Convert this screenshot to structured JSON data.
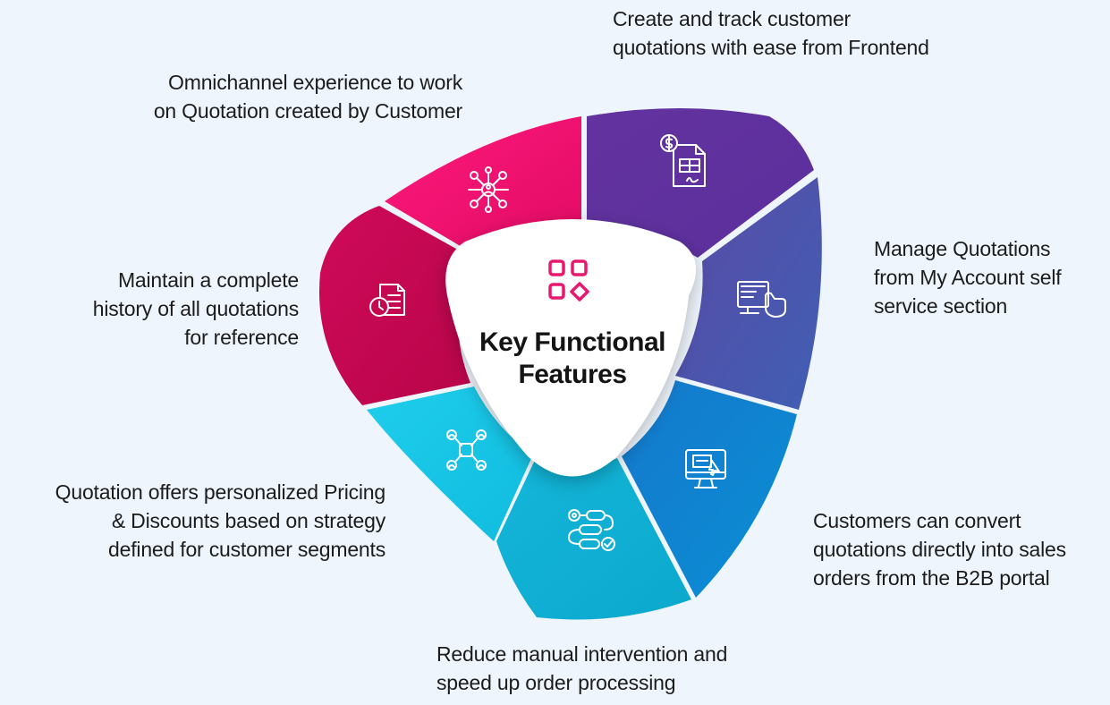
{
  "center": {
    "title_line1": "Key Functional",
    "title_line2": "Features",
    "icon": "grid-shapes-icon",
    "icon_color": "#e6196f"
  },
  "features": [
    {
      "id": "create-track",
      "lines": [
        "Create and track customer",
        "quotations with ease from Frontend"
      ],
      "icon": "quotation-document-dollar-icon",
      "color": "#5a2f9b"
    },
    {
      "id": "my-account",
      "lines": [
        "Manage Quotations",
        "from My Account self",
        "service section"
      ],
      "icon": "touchscreen-monitor-icon",
      "color": "#4f55a8"
    },
    {
      "id": "convert-orders",
      "lines": [
        "Customers can convert",
        "quotations directly into sales",
        "orders from the B2B portal"
      ],
      "icon": "desktop-click-icon",
      "color": "#0a86cf"
    },
    {
      "id": "reduce-manual",
      "lines": [
        "Reduce manual intervention and",
        "speed up order processing"
      ],
      "icon": "workflow-process-icon",
      "color": "#0fb3d3"
    },
    {
      "id": "personalized-pricing",
      "lines": [
        "Quotation offers personalized Pricing",
        "& Discounts based on strategy",
        "defined for customer segments"
      ],
      "icon": "customer-segments-icon",
      "color": "#17c3e3"
    },
    {
      "id": "history",
      "lines": [
        "Maintain a complete",
        "history of all quotations",
        "for reference"
      ],
      "icon": "document-history-icon",
      "color": "#c4074f"
    },
    {
      "id": "omnichannel",
      "lines": [
        "Omnichannel experience to work",
        "on Quotation created by Customer"
      ],
      "icon": "omnichannel-network-icon",
      "color": "#ec0d6c"
    }
  ]
}
